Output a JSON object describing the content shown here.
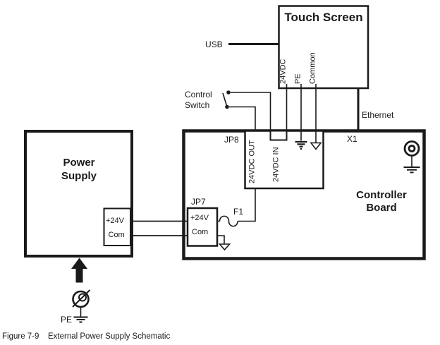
{
  "figure": {
    "label": "Figure 7-9",
    "title": "External Power Supply Schematic"
  },
  "touch_screen": {
    "title": "Touch Screen",
    "pin_24vdc": "24VDC",
    "pin_pe": "PE",
    "pin_common": "Common"
  },
  "power_supply": {
    "title_line1": "Power",
    "title_line2": "Supply",
    "terminal_24v": "+24V",
    "terminal_com": "Com"
  },
  "controller_board": {
    "title_line1": "Controller",
    "title_line2": "Board",
    "port_x1": "X1"
  },
  "jp8": {
    "label": "JP8",
    "pin_out": "24VDC OUT",
    "pin_in": "24VDC IN"
  },
  "jp7": {
    "label": "JP7",
    "pin_24v": "+24V",
    "pin_com": "Com"
  },
  "fuse": {
    "label": "F1"
  },
  "wires": {
    "usb": "USB",
    "ethernet": "Ethernet"
  },
  "control_switch": {
    "line1": "Control",
    "line2": "Switch"
  },
  "pe_terminal": {
    "label": "PE"
  },
  "colors": {
    "line": "#1a1a1a",
    "background": "#ffffff"
  }
}
